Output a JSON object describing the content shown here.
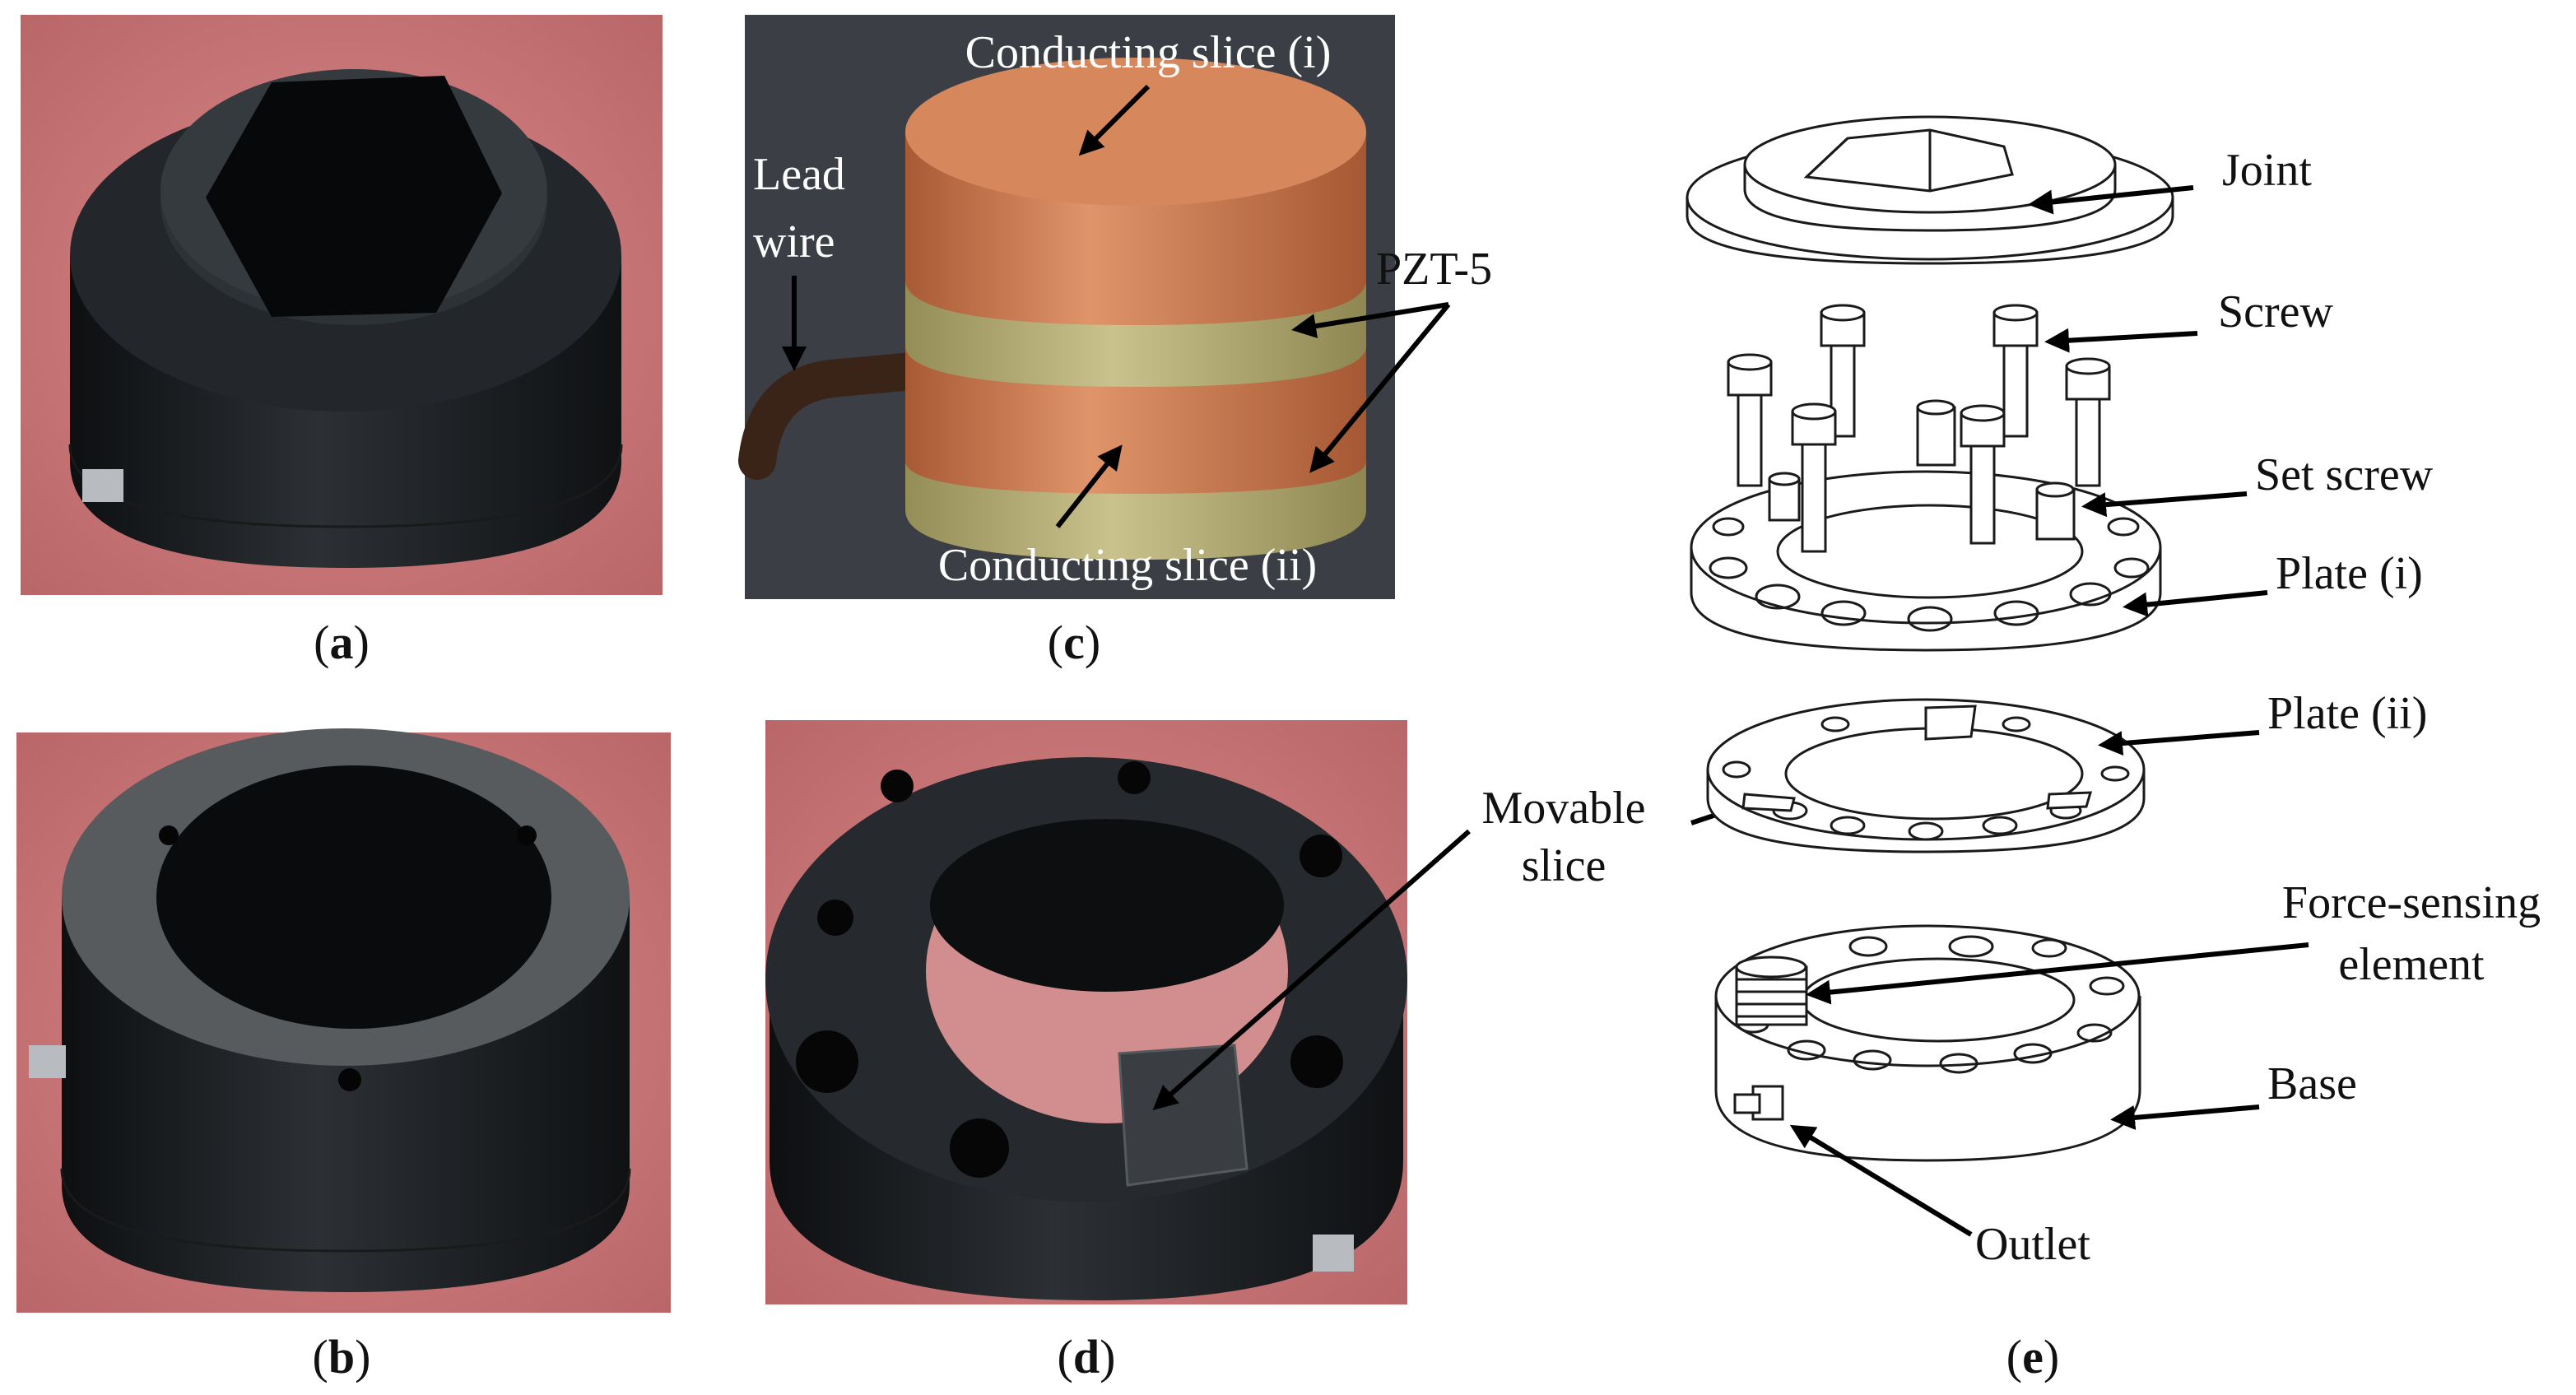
{
  "panels": {
    "a": {
      "caption_open": "(",
      "caption_letter": "a",
      "caption_close": ")"
    },
    "b": {
      "caption_open": "(",
      "caption_letter": "b",
      "caption_close": ")"
    },
    "c": {
      "caption_open": "(",
      "caption_letter": "c",
      "caption_close": ")",
      "labels": {
        "conducting_i": "Conducting slice (i)",
        "conducting_ii": "Conducting slice (ii)",
        "lead_1": "Lead",
        "lead_2": "wire",
        "pzt": "PZT-5"
      }
    },
    "d": {
      "caption_open": "(",
      "caption_letter": "d",
      "caption_close": ")",
      "labels": {
        "movable_1": "Movable",
        "movable_2": "slice"
      }
    },
    "e": {
      "caption_open": "(",
      "caption_letter": "e",
      "caption_close": ")",
      "labels": {
        "joint": "Joint",
        "screw": "Screw",
        "set_screw": "Set screw",
        "plate_i": "Plate (i)",
        "plate_ii": "Plate (ii)",
        "force_1": "Force-sensing",
        "force_2": "element",
        "base": "Base",
        "outlet": "Outlet"
      }
    }
  },
  "colors": {
    "background_photo_red": "#c9787a",
    "black_part": "#1c1f22",
    "copper": "#c77a4e",
    "pzt_yellow": "#b9b27a",
    "dark_bg": "#3a3d42"
  }
}
